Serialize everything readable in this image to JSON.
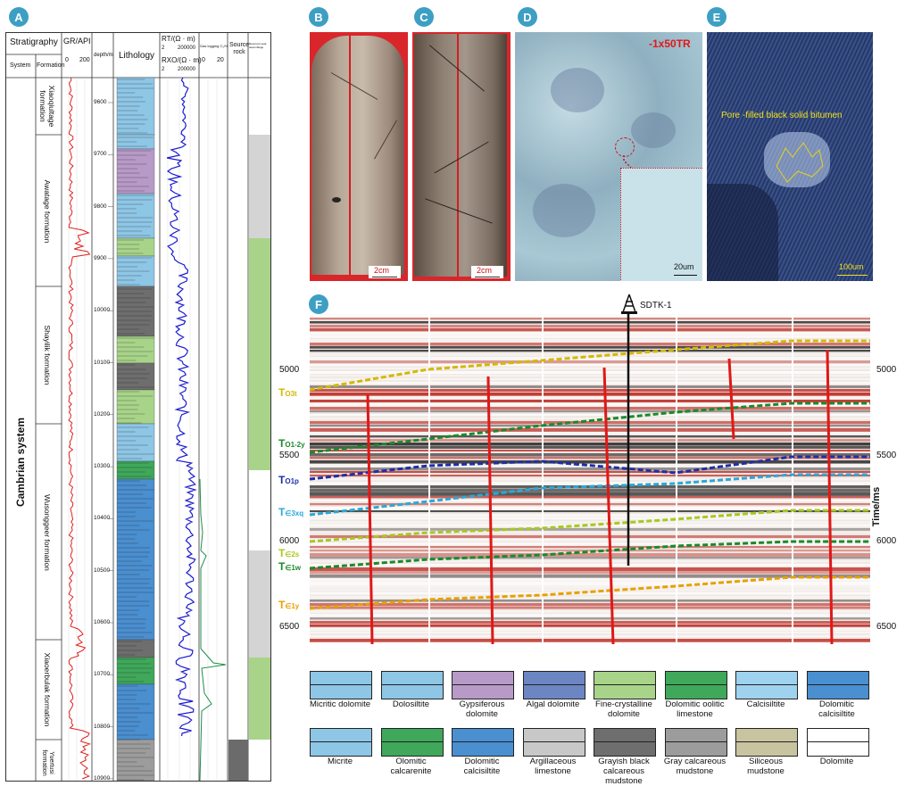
{
  "badges": {
    "a": "A",
    "b": "B",
    "c": "C",
    "d": "D",
    "e": "E",
    "f": "F"
  },
  "panelA": {
    "stratigraphy": "Stratigraphy",
    "system": "System",
    "formation": "Formation",
    "gr": "GR/API",
    "gr_min": "0",
    "gr_max": "200",
    "depth": "depth/m",
    "lithology": "Lithology",
    "rt": "RT/(Ω · m)",
    "rt_min": "2",
    "rt_max": "200000",
    "rxo": "RXO/(Ω · m)",
    "rxo_min": "2",
    "rxo_max": "200000",
    "gas": "Gas logging C₁/%",
    "gas_min": "0",
    "gas_max": "20",
    "source": "Source rock",
    "assemblage": "Reservoir-seal assemblage",
    "cambrian": "Cambrian system",
    "formations": [
      "Xiaoqiultage formation",
      "Awatage formation",
      "Shayilik formation",
      "Wusonggeer formation",
      "Xiaoerbulak formation",
      "Yuertusi formation"
    ],
    "depths": [
      "9600",
      "9700",
      "9800",
      "9900",
      "10000",
      "10100",
      "10200",
      "10300",
      "10400",
      "10500",
      "10600",
      "10700",
      "10800",
      "10900"
    ]
  },
  "photos": {
    "b_scale": "2cm",
    "c_scale": "2cm",
    "d_label": "-1x50TR",
    "d_scale": "20um",
    "e_label": "Pore -filled black solid bitumen",
    "e_scale": "100um"
  },
  "seismic": {
    "well": "SDTK-1",
    "axis_title": "Time/ms",
    "ticks": [
      "5000",
      "5500",
      "6000",
      "6500"
    ],
    "horizons": [
      {
        "main": "T",
        "sub": "O3t",
        "color": "#d4b800"
      },
      {
        "main": "T",
        "sub": "O1-2y",
        "color": "#1a8a2a"
      },
      {
        "main": "T",
        "sub": "O1p",
        "color": "#1f2fa8"
      },
      {
        "main": "T",
        "sub": "∈3xq",
        "color": "#2aa8d8"
      },
      {
        "main": "T",
        "sub": "∈2s",
        "color": "#a8c820"
      },
      {
        "main": "T",
        "sub": "∈1w",
        "color": "#1a8a2a"
      },
      {
        "main": "T",
        "sub": "∈1y",
        "color": "#e8a000"
      }
    ]
  },
  "legend": [
    {
      "label": "Micritic  dolomite",
      "color": "#8ec6e6"
    },
    {
      "label": "Dolosiltite",
      "color": "#8ec6e6"
    },
    {
      "label": "Gypsiferous dolomite",
      "color": "#b89ac8"
    },
    {
      "label": "Algal dolomite",
      "color": "#6c86c4"
    },
    {
      "label": "Fine-crystalline dolomite",
      "color": "#a8d48a"
    },
    {
      "label": "Dolomitic oolitic limestone",
      "color": "#3fa85a"
    },
    {
      "label": "Calcisiltite",
      "color": "#9fd2ef"
    },
    {
      "label": "Dolomitic calcisiltite",
      "color": "#4a8fd0"
    },
    {
      "label": "Micrite",
      "color": "#8ec6e6"
    },
    {
      "label": "Olomitic calcarenite",
      "color": "#3fa85a"
    },
    {
      "label": "Dolomitic calcisiltite",
      "color": "#4a8fd0"
    },
    {
      "label": "Argillaceous limestone",
      "color": "#c8c8c8"
    },
    {
      "label": "Grayish black calcareous mudstone",
      "color": "#6e6e6e"
    },
    {
      "label": "Gray calcareous mudstone",
      "color": "#9c9c9c"
    },
    {
      "label": "Siliceous mudstone",
      "color": "#c8c4a0"
    },
    {
      "label": "Dolomite",
      "color": "#ffffff"
    }
  ]
}
